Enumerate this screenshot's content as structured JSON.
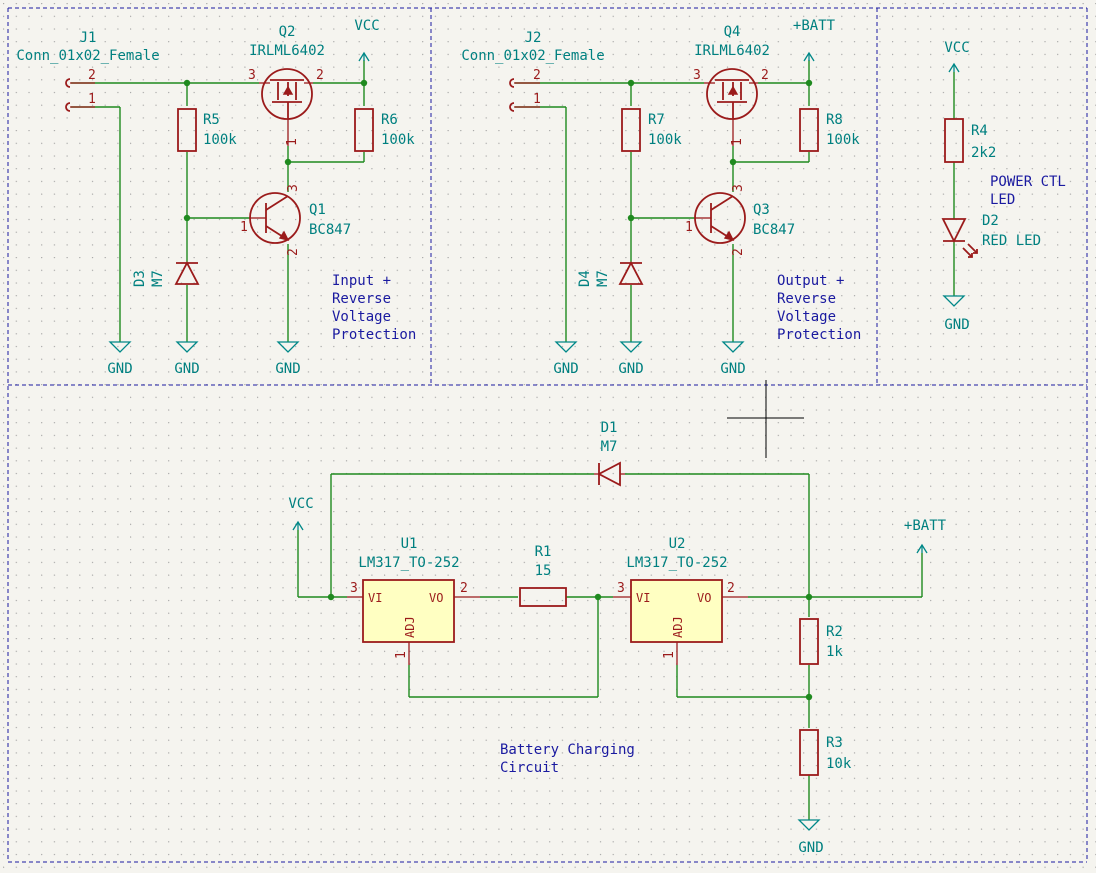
{
  "power": {
    "vcc": "VCC",
    "batt": "+BATT",
    "gnd": "GND"
  },
  "connectors": {
    "j1": {
      "ref": "J1",
      "value": "Conn_01x02_Female",
      "pin1": "1",
      "pin2": "2"
    },
    "j2": {
      "ref": "J2",
      "value": "Conn_01x02_Female",
      "pin1": "1",
      "pin2": "2"
    }
  },
  "mosfets": {
    "q2": {
      "ref": "Q2",
      "value": "IRLML6402",
      "p1": "1",
      "p2": "2",
      "p3": "3"
    },
    "q4": {
      "ref": "Q4",
      "value": "IRLML6402",
      "p1": "1",
      "p2": "2",
      "p3": "3"
    }
  },
  "bjts": {
    "q1": {
      "ref": "Q1",
      "value": "BC847",
      "p1": "1",
      "p2": "2",
      "p3": "3"
    },
    "q3": {
      "ref": "Q3",
      "value": "BC847",
      "p1": "1",
      "p2": "2",
      "p3": "3"
    }
  },
  "resistors": {
    "r1": {
      "ref": "R1",
      "value": "15"
    },
    "r2": {
      "ref": "R2",
      "value": "1k"
    },
    "r3": {
      "ref": "R3",
      "value": "10k"
    },
    "r4": {
      "ref": "R4",
      "value": "2k2"
    },
    "r5": {
      "ref": "R5",
      "value": "100k"
    },
    "r6": {
      "ref": "R6",
      "value": "100k"
    },
    "r7": {
      "ref": "R7",
      "value": "100k"
    },
    "r8": {
      "ref": "R8",
      "value": "100k"
    }
  },
  "diodes": {
    "d1": {
      "ref": "D1",
      "value": "M7"
    },
    "d2": {
      "ref": "D2",
      "value": "RED LED"
    },
    "d3": {
      "ref": "D3",
      "value": "M7"
    },
    "d4": {
      "ref": "D4",
      "value": "M7"
    }
  },
  "regulators": {
    "u1": {
      "ref": "U1",
      "value": "LM317_TO-252",
      "vi": "VI",
      "vo": "VO",
      "adj": "ADJ",
      "p1": "1",
      "p2": "2",
      "p3": "3"
    },
    "u2": {
      "ref": "U2",
      "value": "LM317_TO-252",
      "vi": "VI",
      "vo": "VO",
      "adj": "ADJ",
      "p1": "1",
      "p2": "2",
      "p3": "3"
    }
  },
  "notes": {
    "input": [
      "Input +",
      "Reverse",
      "Voltage",
      "Protection"
    ],
    "output": [
      "Output +",
      "Reverse",
      "Voltage",
      "Protection"
    ],
    "charging": [
      "Battery Charging",
      "Circuit"
    ],
    "led": [
      "POWER CTL",
      "LED"
    ]
  },
  "colors": {
    "background": "#f5f4ef",
    "wire": "#1f8a1f",
    "symbol": "#9b1b1b",
    "label": "#008080",
    "note": "#1a1aa0",
    "ic_fill": "#ffffc2"
  }
}
